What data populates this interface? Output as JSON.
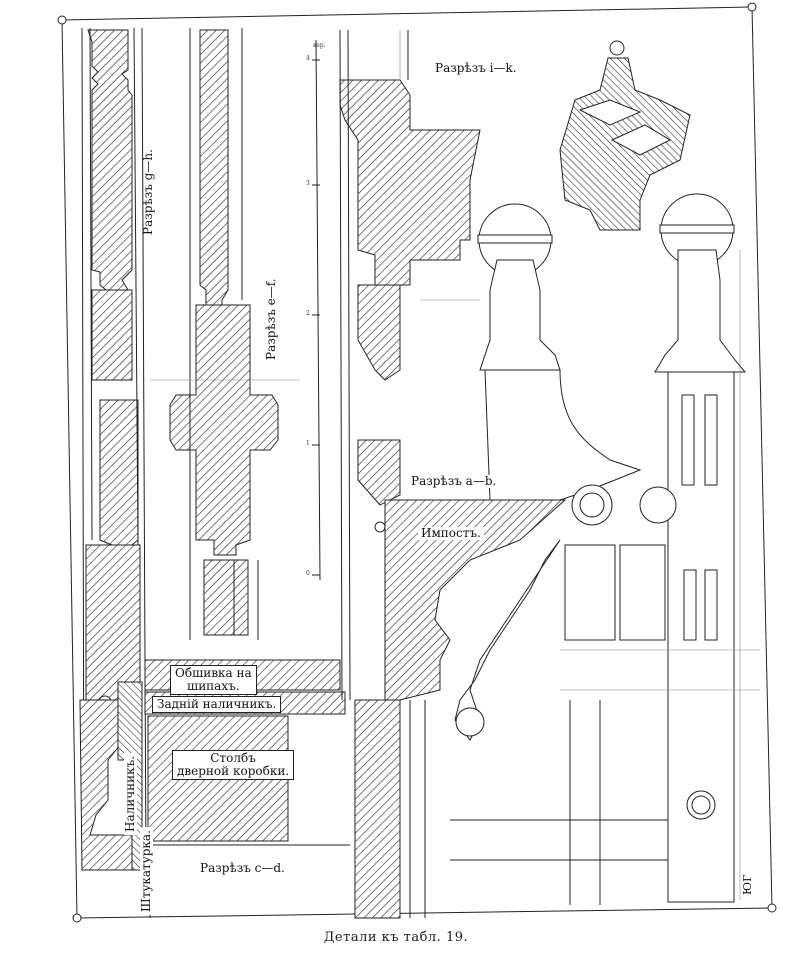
{
  "labels": {
    "section_gh": "Разрѣзъ g—h.",
    "section_ef": "Разрѣзъ e—f.",
    "section_ik": "Разрѣзъ i—k.",
    "section_ab": "Разрѣзъ a—b.",
    "section_cd": "Разрѣзъ c—d.",
    "impost": "Импостъ.",
    "sheathing_line1": "Обшивка на",
    "sheathing_line2": "шипахъ.",
    "back_casing": "Задній наличникъ.",
    "post_line1": "Столбъ",
    "post_line2": "дверной коробки.",
    "casing": "Наличникъ.",
    "plaster": "Штукатурка.",
    "monogram": "ЮГ"
  },
  "scale_ticks": [
    "4",
    "3",
    "2",
    "1",
    "0"
  ],
  "scale_unit": "вер.",
  "caption": "Детали къ табл. 19."
}
